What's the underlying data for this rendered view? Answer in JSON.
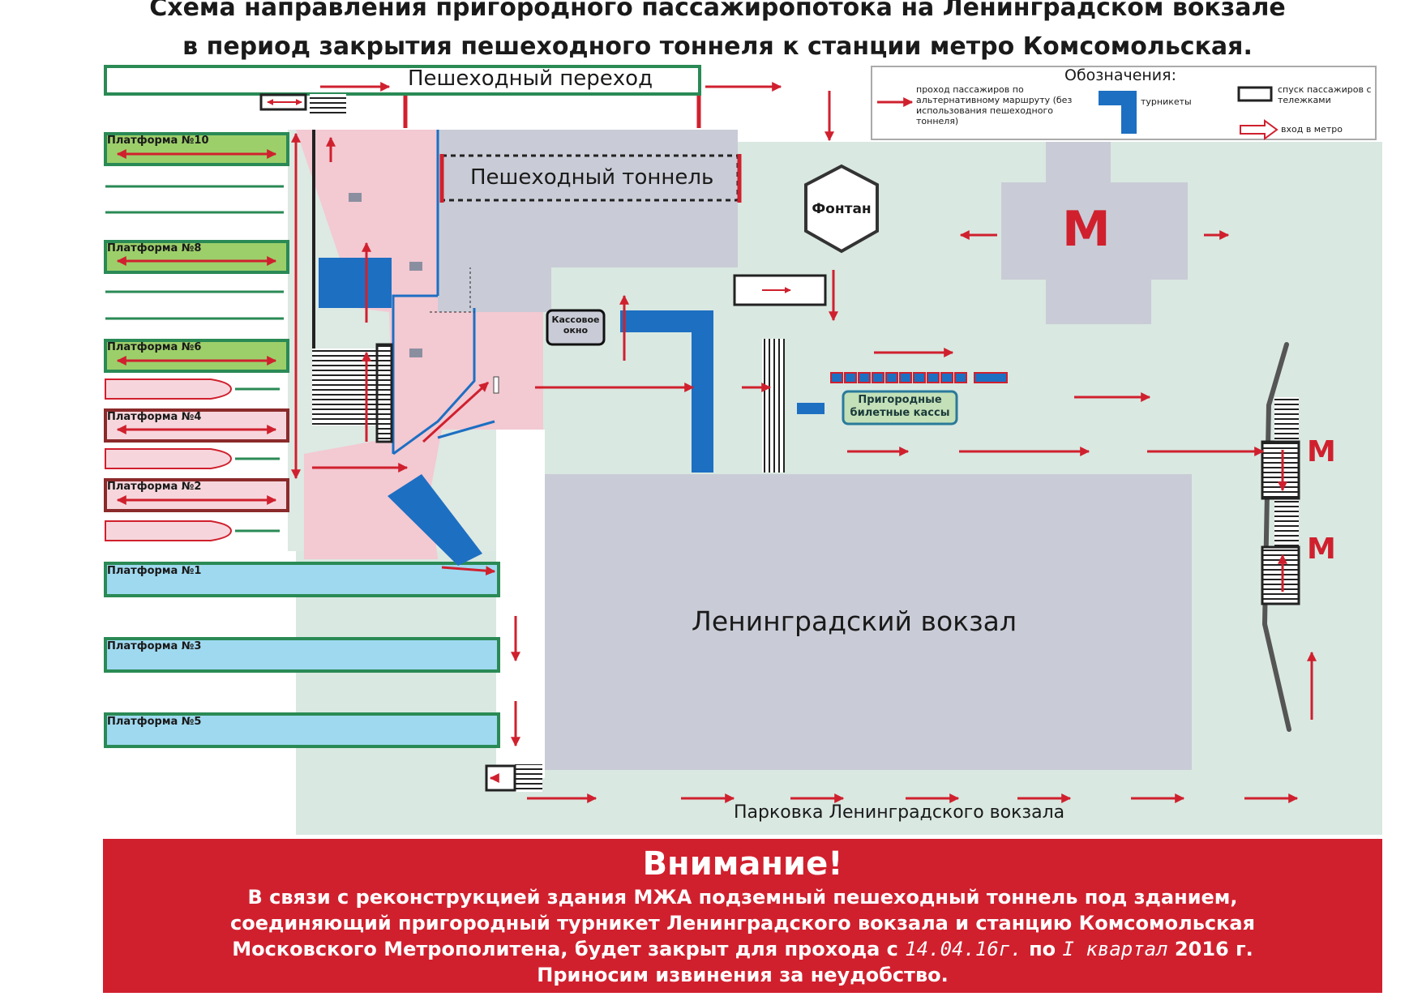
{
  "title": {
    "line1": "Схема направления пригородного пассажиропотока на Ленинградском вокзале",
    "line2": "в период закрытия пешеходного тоннеля к станции метро Комсомольская."
  },
  "labels": {
    "overpass": "Пешеходный переход",
    "tunnel": "Пешеходный тоннель",
    "fountain": "Фонтан",
    "ticket_window": "Кассовое окно",
    "suburban_tickets": "Пригородные билетные кассы",
    "station": "Ленинградский вокзал",
    "parking": "Парковка Ленинградского вокзала",
    "metro": "М"
  },
  "platforms": [
    {
      "label": "Платформа №10"
    },
    {
      "label": "Платформа №8"
    },
    {
      "label": "Платформа №6"
    },
    {
      "label": "Платформа №4"
    },
    {
      "label": "Платформа №2"
    },
    {
      "label": "Платформа №1"
    },
    {
      "label": "Платформа №3"
    },
    {
      "label": "Платформа №5"
    }
  ],
  "legend": {
    "title": "Обозначения:",
    "route": "проход пассажиров по альтернативному маршруту (без использования пешеходного тоннеля)",
    "turnstiles": "турникеты",
    "trolley": "спуск пассажиров с тележками",
    "metro_entry": "вход в метро"
  },
  "notice": {
    "title": "Внимание!",
    "line1": "В связи с реконструкцией здания МЖА подземный пешеходный тоннель под зданием,",
    "line2": "соединяющий пригородный турникет Ленинградского вокзала и станцию Комсомольская",
    "line3a": "Московского Метрополитена, будет закрыт для прохода с",
    "date_from": "14.04.16г.",
    "line3b": "по",
    "date_to": "I квартал",
    "line3c": "2016 г.",
    "line4": "Приносим извинения за неудобство."
  },
  "colors": {
    "red": "#d0202e",
    "blue": "#1d6fc2",
    "grey_building": "#c9ccd6",
    "square": "#d9e8e1",
    "pink": "#f3c9d2",
    "cyan_platform": "#9fd9f0",
    "green_platform": "#9ccf6a"
  }
}
